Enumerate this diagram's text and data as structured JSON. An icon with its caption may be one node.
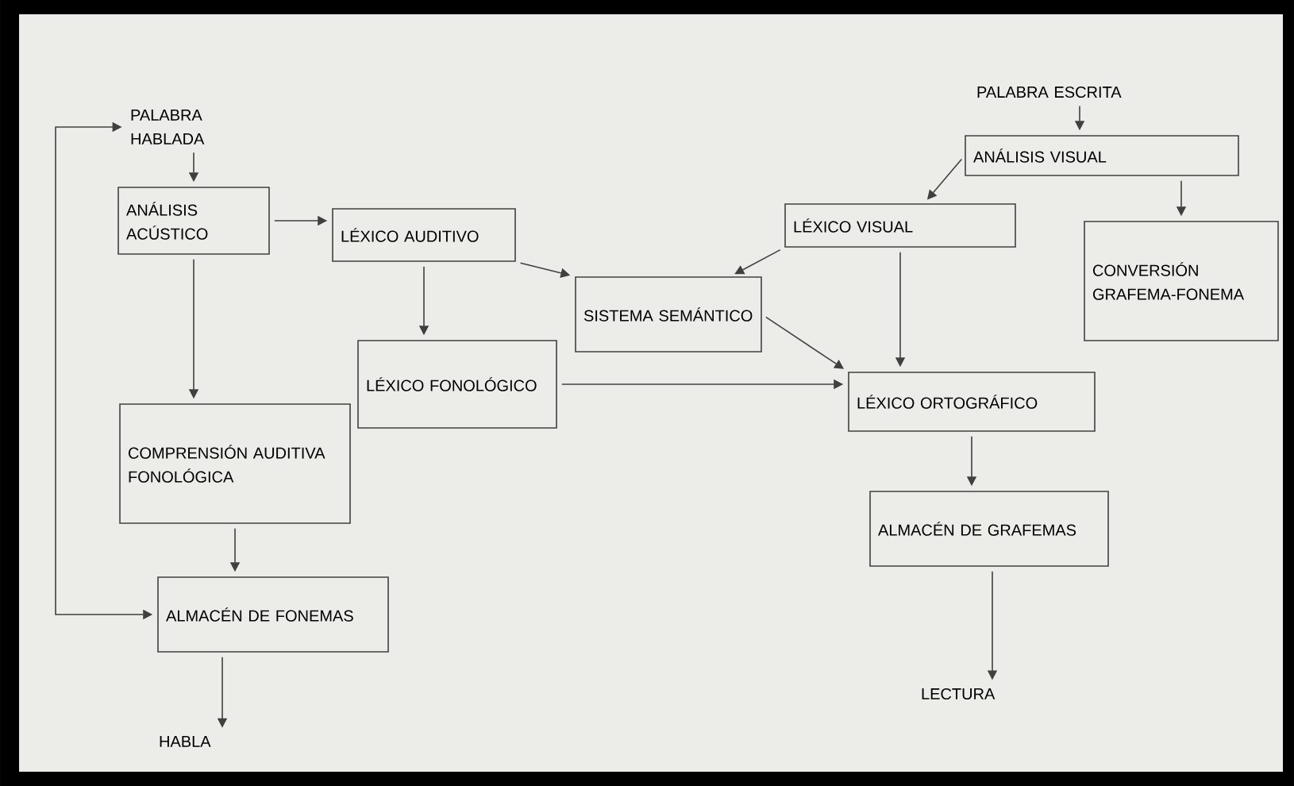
{
  "diagram": {
    "nodes": [
      {
        "text": [
          "PALABRA HABLADA"
        ]
      },
      {
        "text": [
          "PALABRA ESCRITA"
        ]
      },
      {
        "text": [
          "ANÁLISIS ACÚSTICO"
        ]
      },
      {
        "text": [
          "LÉXICO AUDITIVO"
        ]
      },
      {
        "text": [
          "ANÁLISIS VISUAL"
        ]
      },
      {
        "text": [
          "LÉXICO VISUAL"
        ]
      },
      {
        "text": [
          "CONVERSIÓN GRAFEMA-FONEMA"
        ]
      },
      {
        "text": [
          "SISTEMA SEMÁNTICO"
        ]
      },
      {
        "text": [
          "LÉXICO FONOLÓGICO"
        ]
      },
      {
        "text": [
          "LÉXICO ORTOGRÁFICO"
        ]
      },
      {
        "text": [
          "COMPRENSIÓN AUDITIVA FONOLÓGICA"
        ]
      },
      {
        "text": [
          "ALMACÉN DE FONEMAS"
        ]
      },
      {
        "text": [
          "ALMACÉN DE GRAFEMAS"
        ]
      },
      {
        "text": [
          "HABLA"
        ]
      },
      {
        "text": [
          "LECTURA"
        ]
      }
    ],
    "edges": [
      {
        "from": 0,
        "to": 2,
        "arrow": "to"
      },
      {
        "from": 2,
        "to": 3,
        "arrow": "to"
      },
      {
        "from": 2,
        "to": 10,
        "arrow": "to"
      },
      {
        "from": 10,
        "to": 11,
        "arrow": "to"
      },
      {
        "from": 11,
        "to": 13,
        "arrow": "to"
      },
      {
        "from": 11,
        "to": 0,
        "arrow": "both"
      },
      {
        "from": 3,
        "to": 8,
        "arrow": "to"
      },
      {
        "from": 3,
        "to": 7,
        "arrow": "to"
      },
      {
        "from": 8,
        "to": 9,
        "arrow": "to"
      },
      {
        "from": 1,
        "to": 4,
        "arrow": "to"
      },
      {
        "from": 4,
        "to": 5,
        "arrow": "to"
      },
      {
        "from": 4,
        "to": 6,
        "arrow": "to"
      },
      {
        "from": 5,
        "to": 7,
        "arrow": "to"
      },
      {
        "from": 5,
        "to": 9,
        "arrow": "to"
      },
      {
        "from": 7,
        "to": 9,
        "arrow": "to"
      },
      {
        "from": 9,
        "to": 12,
        "arrow": "to"
      },
      {
        "from": 12,
        "to": 14,
        "arrow": "to"
      }
    ]
  }
}
